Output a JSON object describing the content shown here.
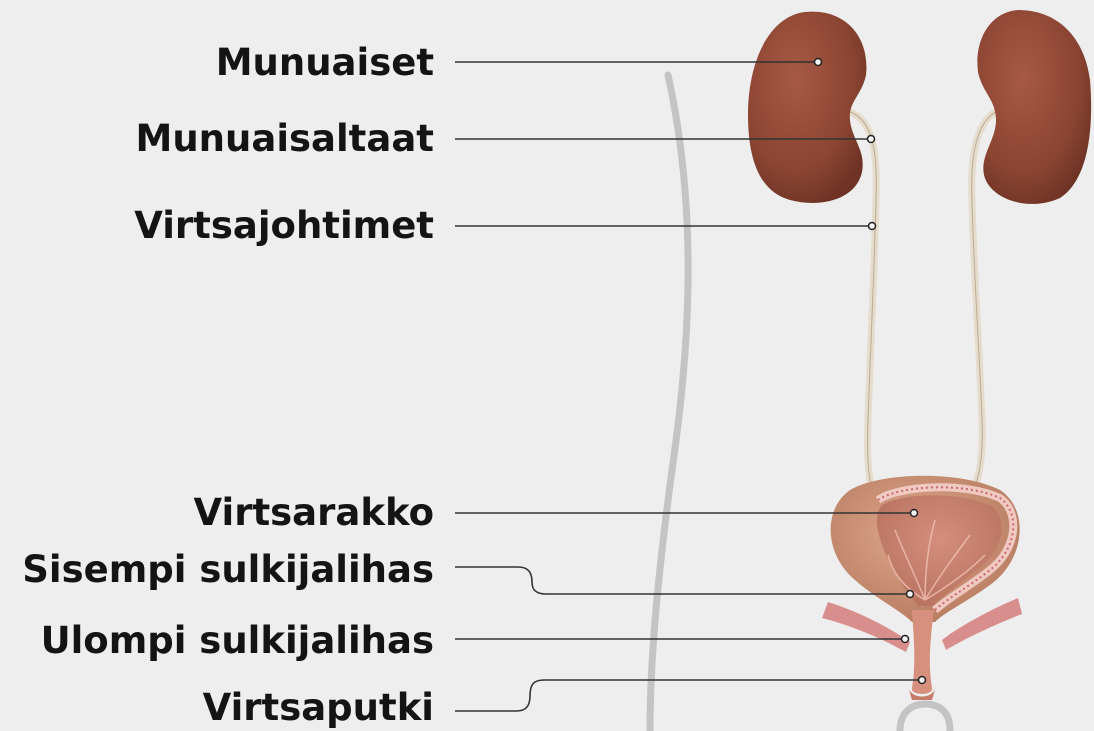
{
  "labels": {
    "kidneys": "Munuaiset",
    "renal_pelvis": "Munuaisaltaat",
    "ureters": "Virtsajohtimet",
    "bladder": "Virtsarakko",
    "internal_sphincter": "Sisempi sulkijalihas",
    "external_sphincter": "Ulompi sulkijalihas",
    "urethra": "Virtsaputki"
  },
  "colors": {
    "background": "#eeeeee",
    "kidney": "#8a4432",
    "ureter": "#e6dccb",
    "bladder_wall": "#c78f70",
    "bladder_inner": "#d9998a",
    "body_outline": "#c4c4c4",
    "leader_line": "#333333"
  }
}
